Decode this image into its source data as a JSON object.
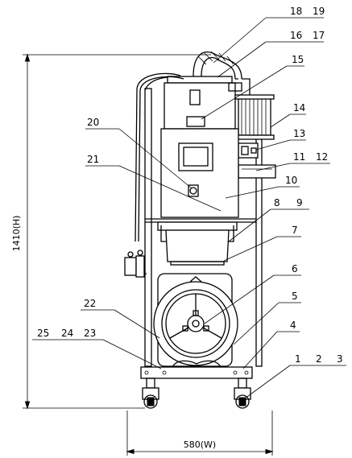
{
  "labels": {
    "n1": "1",
    "n2": "2",
    "n3": "3",
    "n4": "4",
    "n5": "5",
    "n6": "6",
    "n7": "7",
    "n8": "8",
    "n9": "9",
    "n10": "10",
    "n11": "11",
    "n12": "12",
    "n13": "13",
    "n14": "14",
    "n15": "15",
    "n16": "16",
    "n17": "17",
    "n18": "18",
    "n19": "19",
    "n20": "20",
    "n21": "21",
    "n22": "22",
    "n23": "23",
    "n24": "24",
    "n25": "25"
  },
  "dimensions": {
    "height": "1410(H)",
    "width": "580(W)"
  }
}
